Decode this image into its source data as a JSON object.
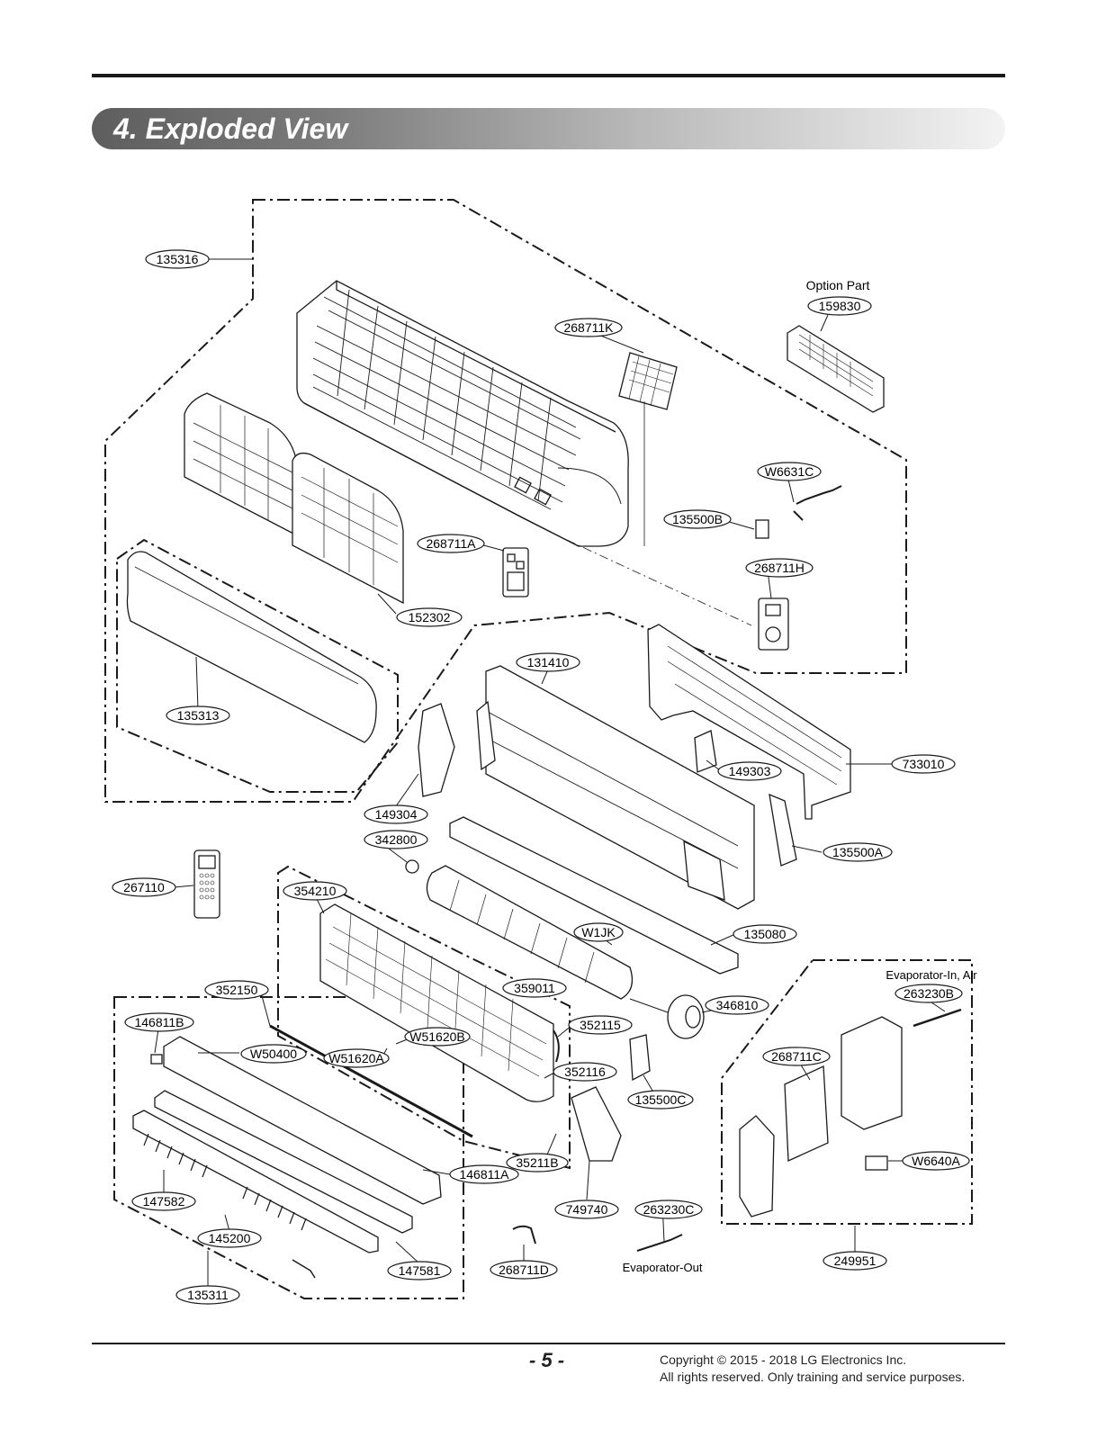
{
  "header": {
    "title": "4. Exploded View"
  },
  "diagram": {
    "callouts": [
      {
        "id": "c01",
        "label": "135316"
      },
      {
        "id": "c02",
        "label": "159830"
      },
      {
        "id": "c03",
        "label": "268711K"
      },
      {
        "id": "c04",
        "label": "W6631C"
      },
      {
        "id": "c05",
        "label": "135500B"
      },
      {
        "id": "c06",
        "label": "268711A"
      },
      {
        "id": "c07",
        "label": "268711H"
      },
      {
        "id": "c08",
        "label": "152302"
      },
      {
        "id": "c09",
        "label": "131410"
      },
      {
        "id": "c10",
        "label": "135313"
      },
      {
        "id": "c11",
        "label": "149303"
      },
      {
        "id": "c12",
        "label": "733010"
      },
      {
        "id": "c13",
        "label": "149304"
      },
      {
        "id": "c14",
        "label": "342800"
      },
      {
        "id": "c15",
        "label": "135500A"
      },
      {
        "id": "c16",
        "label": "267110"
      },
      {
        "id": "c17",
        "label": "354210"
      },
      {
        "id": "c18",
        "label": "W1JK"
      },
      {
        "id": "c19",
        "label": "135080"
      },
      {
        "id": "c20",
        "label": "352150"
      },
      {
        "id": "c21",
        "label": "359011"
      },
      {
        "id": "c22",
        "label": "263230B"
      },
      {
        "id": "c23",
        "label": "346810"
      },
      {
        "id": "c24",
        "label": "146811B"
      },
      {
        "id": "c25",
        "label": "352115"
      },
      {
        "id": "c26",
        "label": "W51620B"
      },
      {
        "id": "c27",
        "label": "W50400"
      },
      {
        "id": "c28",
        "label": "W51620A"
      },
      {
        "id": "c29",
        "label": "268711C"
      },
      {
        "id": "c30",
        "label": "352116"
      },
      {
        "id": "c31",
        "label": "135500C"
      },
      {
        "id": "c32",
        "label": "35211B"
      },
      {
        "id": "c33",
        "label": "146811A"
      },
      {
        "id": "c34",
        "label": "W6640A"
      },
      {
        "id": "c35",
        "label": "147582"
      },
      {
        "id": "c36",
        "label": "749740"
      },
      {
        "id": "c37",
        "label": "263230C"
      },
      {
        "id": "c38",
        "label": "145200"
      },
      {
        "id": "c39",
        "label": "147581"
      },
      {
        "id": "c40",
        "label": "268711D"
      },
      {
        "id": "c41",
        "label": "249951"
      },
      {
        "id": "c42",
        "label": "135311"
      }
    ],
    "notes": {
      "option_part": "Option Part",
      "evaporator_in": "Evaporator-In, Air",
      "evaporator_out": "Evaporator-Out"
    }
  },
  "footer": {
    "page_number": "- 5 -",
    "copyright_line1": "Copyright © 2015 - 2018 LG Electronics Inc.",
    "copyright_line2": "All rights reserved. Only training and service purposes."
  }
}
